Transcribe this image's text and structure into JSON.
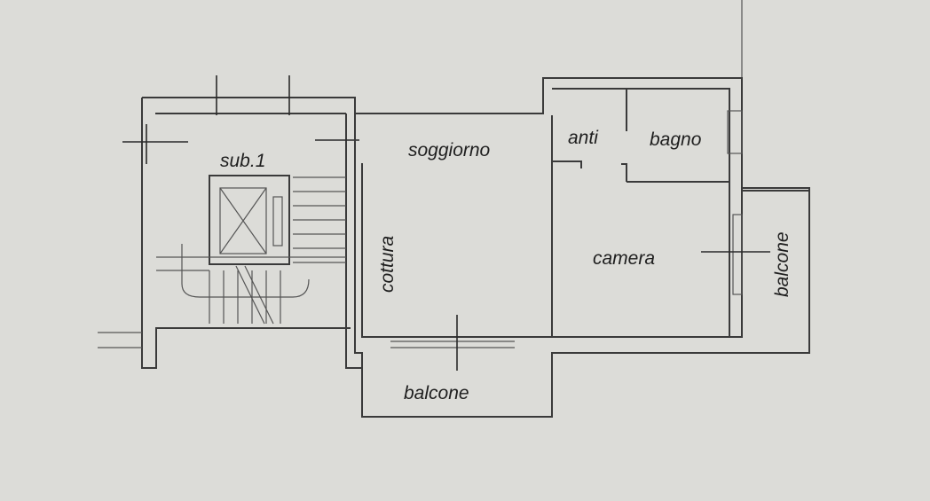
{
  "labels": {
    "sub": "sub.1",
    "soggiorno": "soggiorno",
    "anti": "anti",
    "bagno": "bagno",
    "cottura": "cottura",
    "camera": "camera",
    "balcone_right": "balcone",
    "balcone_bottom": "balcone"
  },
  "colors": {
    "paper": "#dcdcd8",
    "ink": "#3a3a3a"
  }
}
